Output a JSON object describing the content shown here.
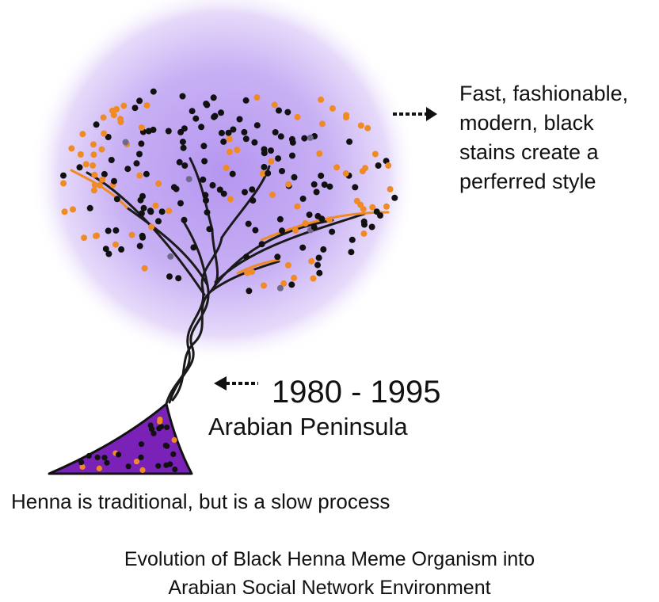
{
  "annotations": {
    "right_note_lines": [
      "Fast, fashionable,",
      "modern, black",
      "stains create a",
      "perferred style"
    ],
    "years": "1980 - 1995",
    "region": "Arabian Peninsula",
    "base_note": "Henna is traditional, but is a slow process"
  },
  "caption": {
    "line1": "Evolution of Black Henna Meme Organism into",
    "line2": "Arabian Social Network Environment"
  },
  "colors": {
    "halo": "#c9aef5",
    "base_fill": "#7a22b8",
    "black_dot": "#111111",
    "orange_dot": "#f08a24",
    "grey_dot": "#6f6a8a",
    "branch": "#1a1a1a"
  }
}
